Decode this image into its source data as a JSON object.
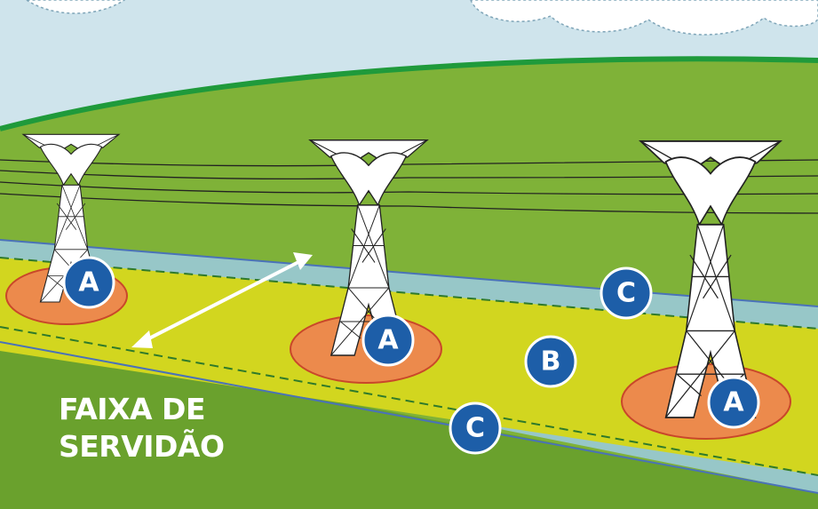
{
  "caption": {
    "line1": "FAIXA DE",
    "line2": "SERVIDÃO"
  },
  "markers": [
    {
      "letter": "A"
    },
    {
      "letter": "A"
    },
    {
      "letter": "A"
    },
    {
      "letter": "B"
    },
    {
      "letter": "C"
    },
    {
      "letter": "C"
    }
  ],
  "colors": {
    "sky": "#cfe4ec",
    "field": "#7fb238",
    "field_dark": "#6aa12d",
    "ridge": "#1f9a3b",
    "strip": "#d2d61f",
    "band": "#97c7c8",
    "tower_pad": "#ec8a4c",
    "marker": "#1d5ea8",
    "arrow": "#ffffff"
  }
}
